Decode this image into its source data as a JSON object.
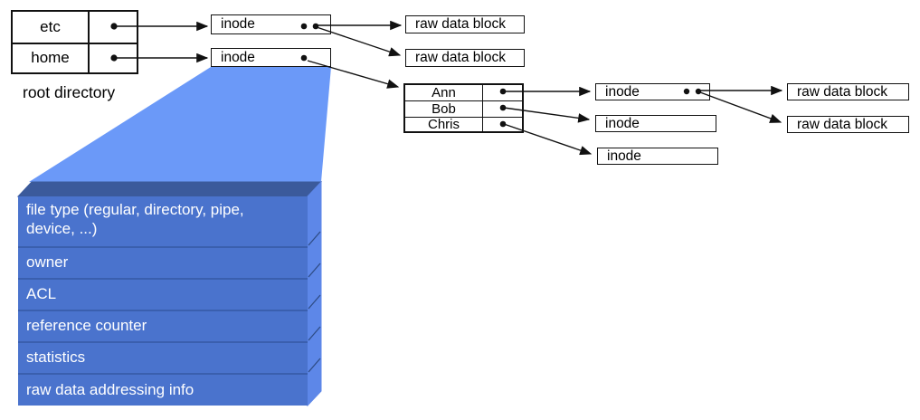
{
  "root_directory": {
    "caption": "root directory",
    "rows": [
      "etc",
      "home"
    ]
  },
  "home_directory": {
    "rows": [
      "Ann",
      "Bob",
      "Chris"
    ]
  },
  "inodes": {
    "etc": "inode",
    "home": "inode",
    "ann": "inode",
    "bob": "inode",
    "chris": "inode"
  },
  "raw_blocks": {
    "etc_block1": "raw data block",
    "etc_block2": "raw data block",
    "ann_block1": "raw data block",
    "ann_block2": "raw data block"
  },
  "inode_detail": {
    "rows": [
      "file type (regular, directory, pipe,\ndevice, ...)",
      "owner",
      "ACL",
      "reference counter",
      "statistics",
      "raw data addressing info"
    ]
  },
  "colors": {
    "funnel_highlight": "#6b99f8",
    "slab_front": "#4a73cd",
    "slab_side": "#5d87e8",
    "slab_top": "#3b5a9b",
    "slab_separator": "#3a5fae",
    "line_black": "#111111"
  }
}
